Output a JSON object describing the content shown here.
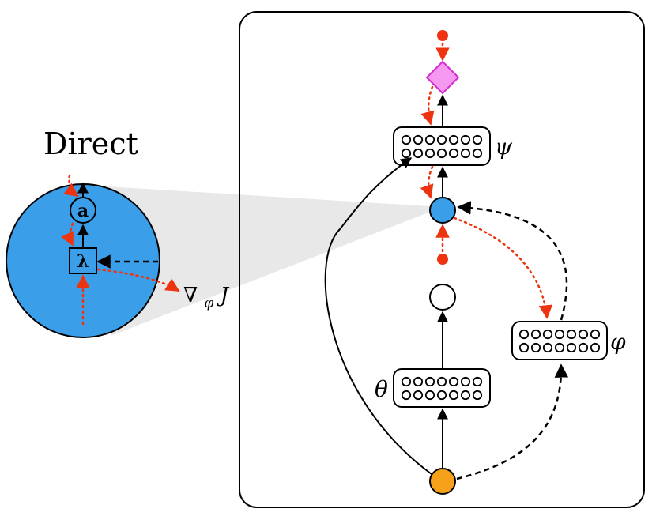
{
  "zoom_view": {
    "title": "Direct",
    "node_a_label": "a",
    "node_lambda_label": "λ",
    "gradient_label": "∇",
    "gradient_sub": "φ",
    "gradient_target": "J"
  },
  "model_panel": {
    "label_psi": "ψ",
    "label_theta": "θ",
    "label_phi": "φ"
  },
  "colors": {
    "blue_node": "#3b9ee8",
    "orange_node": "#f7a11a",
    "pink_node": "#f59af0",
    "red_dot": "#ee3311",
    "red_arrow": "#ee3311",
    "shade": "#e8e8e8"
  }
}
